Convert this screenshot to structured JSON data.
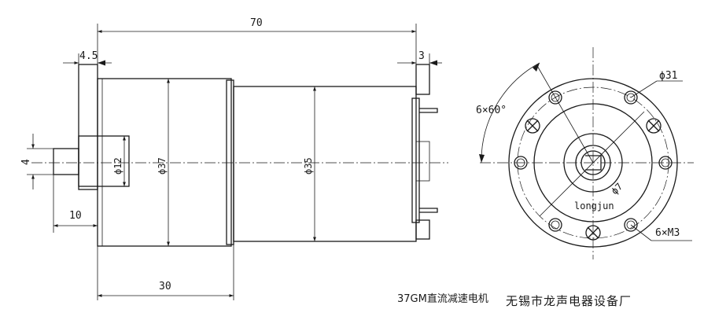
{
  "dimensions": {
    "overall_length": "70",
    "flange_thickness": "4.5",
    "rear_offset": "3",
    "shaft_dia": "4",
    "shaft_length": "10",
    "boss_dia": "ϕ12",
    "gearbox_dia": "ϕ37",
    "motor_dia": "ϕ35",
    "gearbox_length": "30",
    "hole_angle": "6×60°",
    "hole_circle": "ϕ31",
    "center_dia": "ϕ7",
    "screw_holes": "6×M3"
  },
  "brand_mark": "longjun",
  "caption": {
    "model": "37GM直流减速电机",
    "company": "无锡市龙声电器设备厂"
  }
}
